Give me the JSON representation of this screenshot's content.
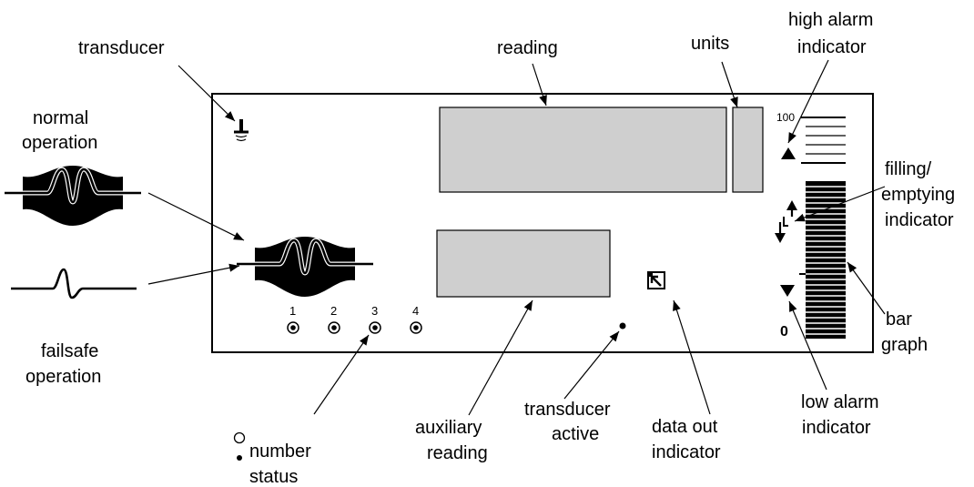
{
  "labels": {
    "transducer": "transducer",
    "reading": "reading",
    "units": "units",
    "high_alarm_1": "high alarm",
    "high_alarm_2": "indicator",
    "normal_1": "normal",
    "normal_2": "operation",
    "failsafe_1": "failsafe",
    "failsafe_2": "operation",
    "filling_1": "filling/",
    "filling_2": "emptying",
    "filling_3": "indicator",
    "bar_1": "bar",
    "bar_2": "graph",
    "low_alarm_1": "low alarm",
    "low_alarm_2": "indicator",
    "aux_1": "auxiliary",
    "aux_2": "reading",
    "ta_1": "transducer",
    "ta_2": "active",
    "data_1": "data out",
    "data_2": "indicator",
    "legend_number": "number",
    "legend_status": "status"
  },
  "display": {
    "scale_top": "100",
    "scale_bottom": "0",
    "points": [
      "1",
      "2",
      "3",
      "4"
    ]
  },
  "colors": {
    "panel_fill": "#cfcfcf",
    "ink": "#000000"
  }
}
